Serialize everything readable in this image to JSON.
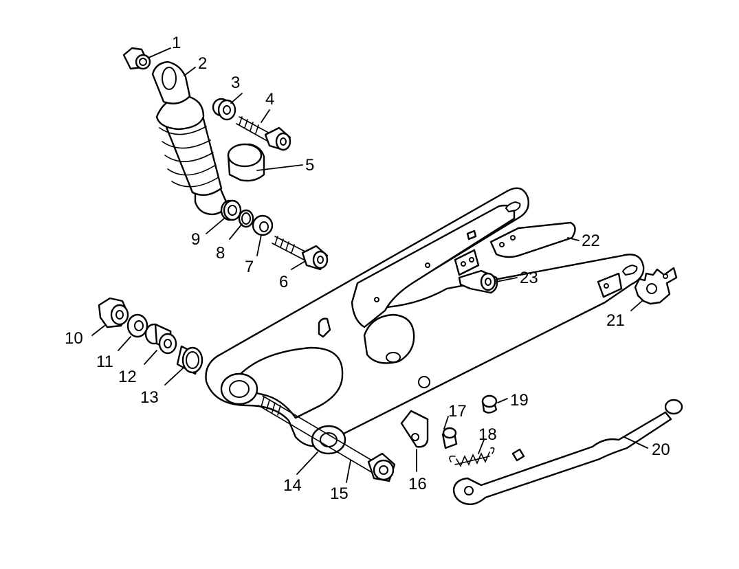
{
  "labels": {
    "p1": "1",
    "p2": "2",
    "p3": "3",
    "p4": "4",
    "p5": "5",
    "p6": "6",
    "p7": "7",
    "p8": "8",
    "p9": "9",
    "p10": "10",
    "p11": "11",
    "p12": "12",
    "p13": "13",
    "p14": "14",
    "p15": "15",
    "p16": "16",
    "p17": "17",
    "p18": "18",
    "p19": "19",
    "p20": "20",
    "p21": "21",
    "p22": "22",
    "p23": "23"
  }
}
